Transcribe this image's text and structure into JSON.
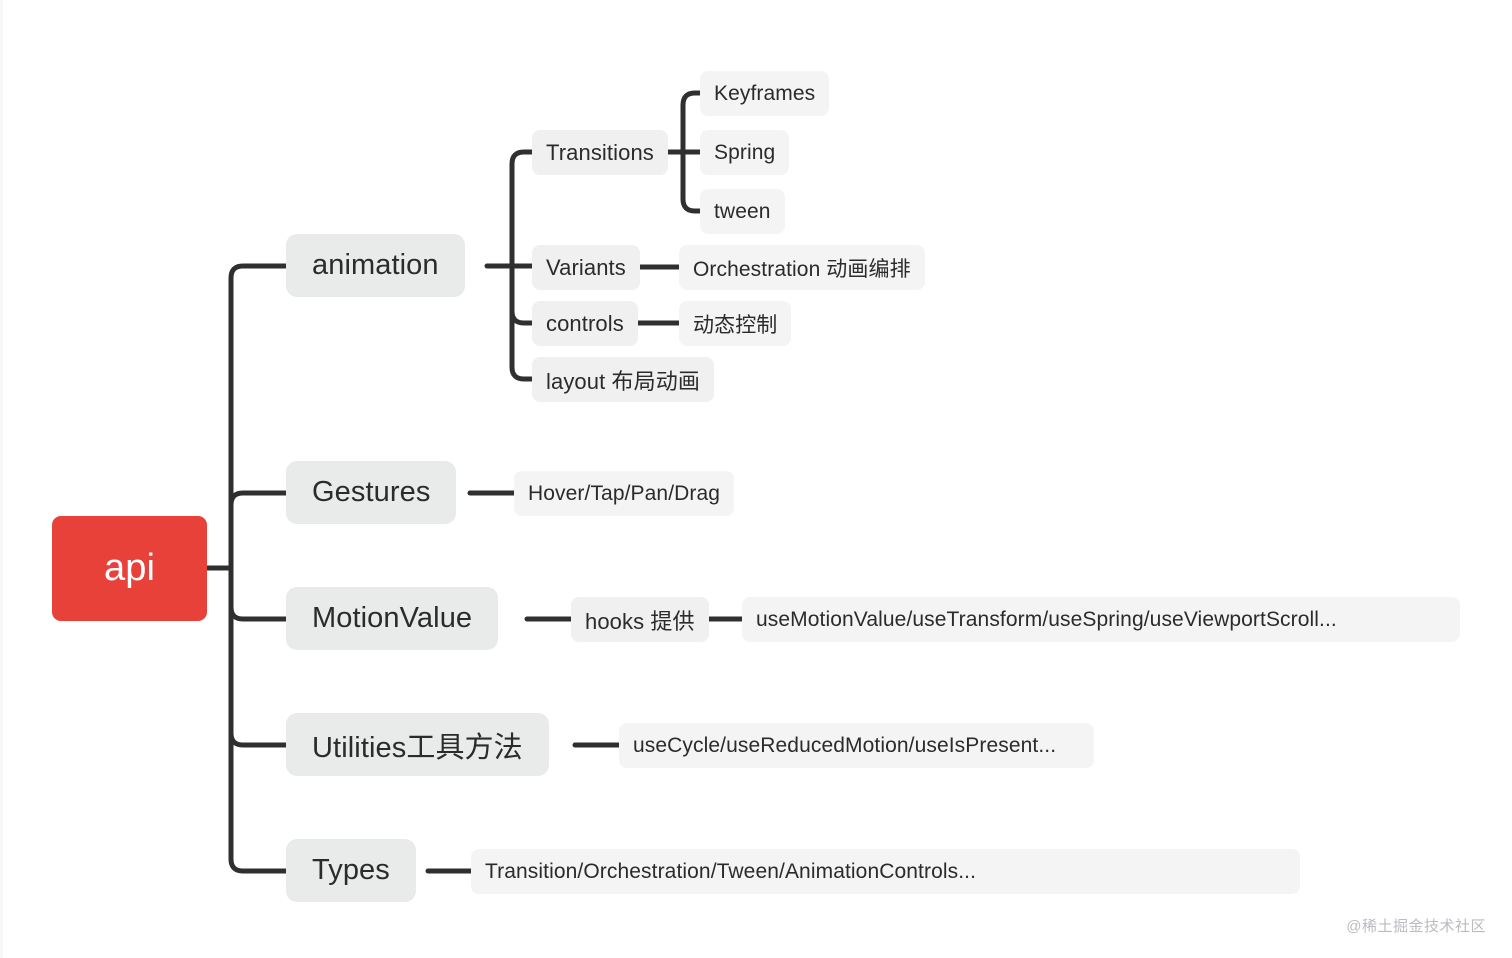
{
  "theme": {
    "background": "#ffffff",
    "root_color": "#e8413a",
    "root_text_color": "#ffffff",
    "node_bg_level1": "#e9eaea",
    "node_bg_level2": "#f0f0f0",
    "node_bg_leaf": "#f4f4f4",
    "text_color": "#2b2b2b",
    "connector_color": "#2f2f2f",
    "watermark_color": "#b9bcc0"
  },
  "mindmap": {
    "root": {
      "label": "api"
    },
    "branches": [
      {
        "label": "animation",
        "children": [
          {
            "label": "Transitions",
            "children": [
              {
                "label": "Keyframes"
              },
              {
                "label": "Spring"
              },
              {
                "label": "tween"
              }
            ]
          },
          {
            "label": "Variants",
            "children": [
              {
                "label": "Orchestration 动画编排"
              }
            ]
          },
          {
            "label": "controls",
            "children": [
              {
                "label": "动态控制"
              }
            ]
          },
          {
            "label": "layout 布局动画",
            "children": []
          }
        ]
      },
      {
        "label": "Gestures",
        "children": [
          {
            "label": "Hover/Tap/Pan/Drag"
          }
        ]
      },
      {
        "label": "MotionValue",
        "children": [
          {
            "label": "hooks 提供",
            "children": [
              {
                "label": "useMotionValue/useTransform/useSpring/useViewportScroll..."
              }
            ]
          }
        ]
      },
      {
        "label": "Utilities工具方法",
        "children": [
          {
            "label": "useCycle/useReducedMotion/useIsPresent..."
          }
        ]
      },
      {
        "label": "Types",
        "children": [
          {
            "label": "Transition/Orchestration/Tween/AnimationControls..."
          }
        ]
      }
    ]
  },
  "watermark": {
    "label": "@稀土掘金技术社区"
  }
}
